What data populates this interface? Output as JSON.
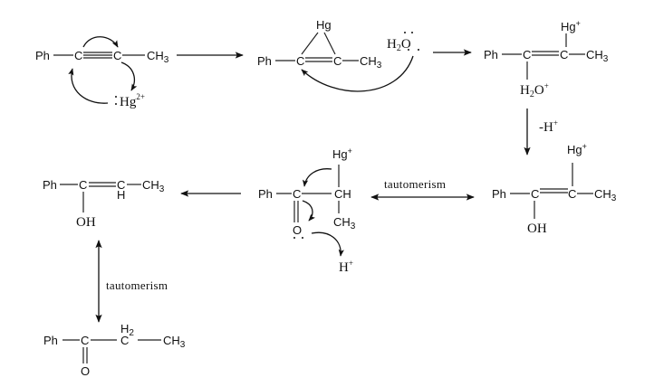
{
  "step1": {
    "ph": "Ph",
    "c1": "C",
    "c2": "C",
    "ch": "CH",
    "ch_sub": "3",
    "hg": "Hg",
    "hg_charge": "2+",
    "lone_pair": ":"
  },
  "step2": {
    "hg": "Hg",
    "ph": "Ph",
    "c1": "C",
    "c2": "C",
    "ch": "CH",
    "ch_sub": "3",
    "h": "H",
    "h_sub": "2",
    "o": "O"
  },
  "step3": {
    "hg": "Hg",
    "hg_charge": "+",
    "ph": "Ph",
    "c1": "C",
    "c2": "C",
    "ch": "CH",
    "ch_sub": "3",
    "h": "H",
    "h_sub": "2",
    "o": "O",
    "o_charge": "+"
  },
  "deprotonation": {
    "label": "-H",
    "charge": "+"
  },
  "step4": {
    "hg": "Hg",
    "hg_charge": "+",
    "ph": "Ph",
    "c1": "C",
    "c2": "C",
    "ch": "CH",
    "ch_sub": "3",
    "oh": "OH"
  },
  "tautomerism_horizontal": {
    "label": "tautomerism"
  },
  "step5": {
    "hg": "Hg",
    "hg_charge": "+",
    "ph": "Ph",
    "c1": "C",
    "ch_mid": "CH",
    "ch": "CH",
    "ch_sub": "3",
    "o": "O",
    "h": "H",
    "h_charge": "+"
  },
  "step6": {
    "ph": "Ph",
    "c1": "C",
    "c2": "C",
    "h": "H",
    "ch": "CH",
    "ch_sub": "3",
    "oh": "OH"
  },
  "tautomerism_vertical": {
    "label": "tautomerism"
  },
  "product": {
    "ph": "Ph",
    "c1": "C",
    "c2": "C",
    "h": "H",
    "h_sub": "2",
    "ch": "CH",
    "ch_sub": "3",
    "o": "O"
  }
}
